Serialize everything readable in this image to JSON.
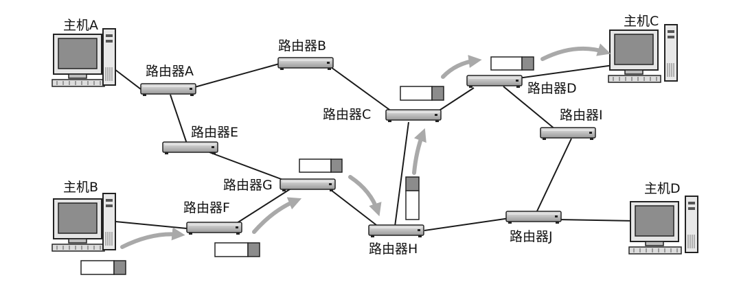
{
  "diagram": {
    "hosts": [
      {
        "id": "hA",
        "label": "主机A"
      },
      {
        "id": "hB",
        "label": "主机B"
      },
      {
        "id": "hC",
        "label": "主机C"
      },
      {
        "id": "hD",
        "label": "主机D"
      }
    ],
    "routers": [
      {
        "id": "rA",
        "label": "路由器A"
      },
      {
        "id": "rB",
        "label": "路由器B"
      },
      {
        "id": "rC",
        "label": "路由器C"
      },
      {
        "id": "rD",
        "label": "路由器D"
      },
      {
        "id": "rE",
        "label": "路由器E"
      },
      {
        "id": "rF",
        "label": "路由器F"
      },
      {
        "id": "rG",
        "label": "路由器G"
      },
      {
        "id": "rH",
        "label": "路由器H"
      },
      {
        "id": "rI",
        "label": "路由器I"
      },
      {
        "id": "rJ",
        "label": "路由器J"
      }
    ],
    "links": [
      [
        "hA",
        "rA"
      ],
      [
        "rA",
        "rB"
      ],
      [
        "rA",
        "rE"
      ],
      [
        "rB",
        "rC"
      ],
      [
        "rE",
        "rG"
      ],
      [
        "rG",
        "rF"
      ],
      [
        "rF",
        "hB"
      ],
      [
        "rG",
        "rH"
      ],
      [
        "rH",
        "rC"
      ],
      [
        "rC",
        "rD"
      ],
      [
        "rD",
        "hC"
      ],
      [
        "rD",
        "rI"
      ],
      [
        "rI",
        "rJ"
      ],
      [
        "rH",
        "rJ"
      ],
      [
        "rJ",
        "hD"
      ]
    ],
    "packet_route": [
      "hB",
      "rF",
      "rG",
      "rH",
      "rC",
      "rD",
      "hC"
    ],
    "colors": {
      "line": "#1a1a1a",
      "arrow": "#a9a9a9",
      "packet_fill": "#8c8c8c",
      "router_body": "#cfcfcf"
    }
  }
}
